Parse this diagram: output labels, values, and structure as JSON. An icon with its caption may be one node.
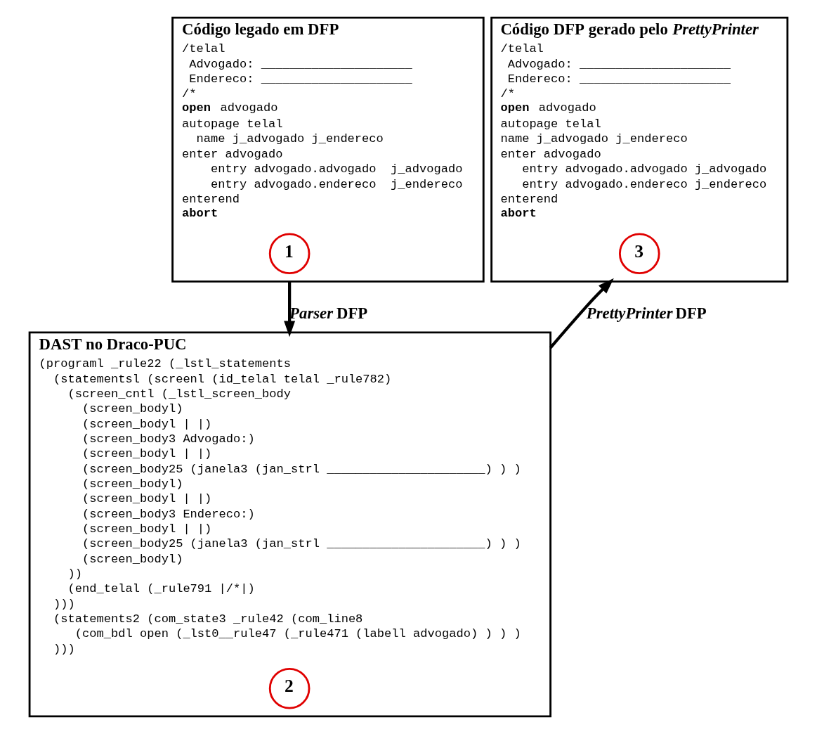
{
  "diagram": {
    "nodes": [
      {
        "text": [
          "Código legado em DFP",
          "/telal",
          " Advogado: _____________________",
          " Endereco: _____________________",
          "/*",
          "**open** advogado",
          "autopage telal",
          "  name j_advogado j_endereco",
          "enter advogado",
          "    entry advogado.advogado  j_advogado",
          "    entry advogado.endereco  j_endereco",
          "enterend",
          "**abort**"
        ]
      },
      {
        "text": [
          "1"
        ],
        "in": 0
      },
      {
        "text": [
          "DAST no Draco-PUC",
          "(programl _rule22 (_lstl_statements",
          "  (statementsl (screenl (id_telal telal _rule782)",
          "    (screen_cntl (_lstl_screen_body",
          "      (screen_bodyl)",
          "      (screen_bodyl | |)",
          "      (screen_body3 Advogado:)",
          "      (screen_bodyl | |)",
          "      (screen_body25 (janela3 (jan_strl ______________________) ) )",
          "      (screen_bodyl)",
          "      (screen_bodyl | |)",
          "      (screen_body3 Endereco:)",
          "      (screen_bodyl | |)",
          "      (screen_body25 (janela3 (jan_strl ______________________) ) )",
          "      (screen_bodyl)",
          "    ))",
          "    (end_telal (_rule791 |/*|)",
          "  )))",
          "  (statements2 (com_state3 _rule42 (com_line8",
          "     (com_bdl open (_lst0__rule47 (_rule471 (labell advogado) ) ) )",
          "  )))"
        ]
      },
      {
        "text": [
          "2"
        ],
        "in": 2
      },
      {
        "text": [
          "Código DFP gerado pelo *PrettyPrinter*",
          "/telal",
          " Advogado: _____________________",
          " Endereco: _____________________",
          "/*",
          "**open** advogado",
          "autopage telal",
          "name j_advogado j_endereco",
          "enter advogado",
          "   entry advogado.advogado j_advogado",
          "   entry advogado.endereco j_endereco",
          "enterend",
          "**abort**"
        ]
      },
      {
        "text": [
          "3"
        ],
        "in": 4
      }
    ],
    "edges": [
      {
        "from": 0,
        "to": 2,
        "arrow": "to",
        "label": "*Parser* DFP"
      },
      {
        "from": 2,
        "to": 4,
        "arrow": "to",
        "label": "*PrettyPrinter* DFP"
      }
    ]
  }
}
